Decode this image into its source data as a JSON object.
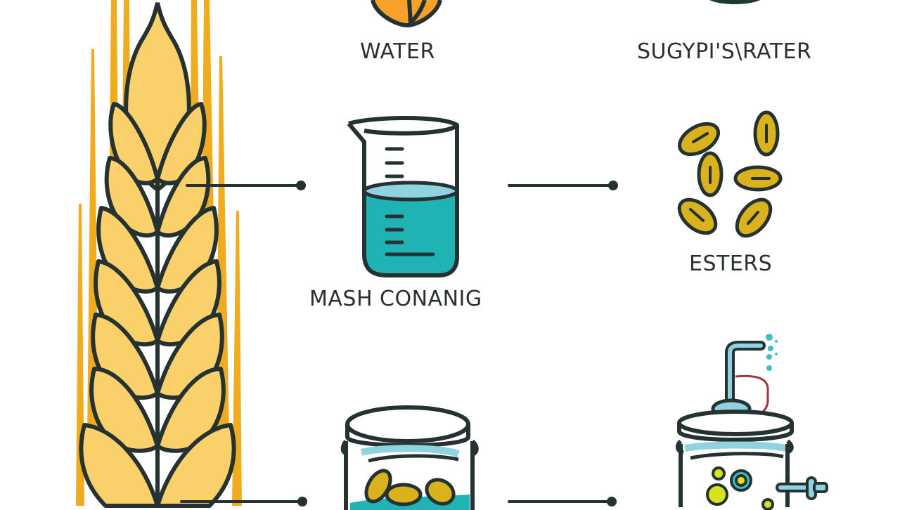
{
  "diagram": {
    "labels": {
      "water": "WATER",
      "top_right": "SUGYPI'S\\RATER",
      "mash": "MASH CONANIG",
      "esters": "ESTERS"
    },
    "colors": {
      "wheat_light": "#f9d06a",
      "wheat_dark": "#f0ac1c",
      "outline": "#263232",
      "teal_liquid": "#1fb3b3",
      "light_blue": "#8fd3e0",
      "grain_yellow": "#d9b21e",
      "icon_orange": "#f7a12a",
      "tube_red": "#a53440",
      "background": "#ffffff"
    },
    "connectors": [
      {
        "from": "wheat",
        "to": "mash-beaker"
      },
      {
        "from": "mash-beaker",
        "to": "esters"
      },
      {
        "from": "wheat",
        "to": "grain-jar"
      },
      {
        "from": "grain-jar",
        "to": "fermenter"
      }
    ]
  }
}
